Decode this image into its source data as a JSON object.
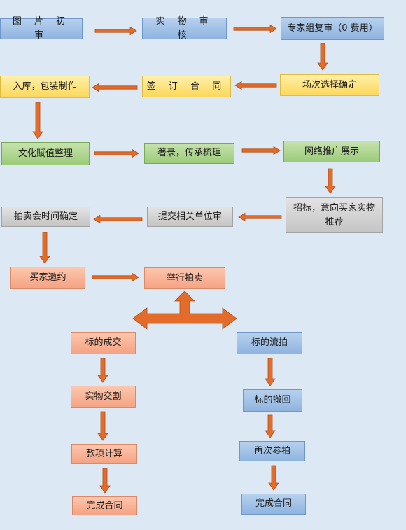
{
  "steps": {
    "s1": "图 片 初 审",
    "s2": "实 物 审 核",
    "s3": "专家组复审（0 费用）",
    "s4": "场次选择确定",
    "s5": "签 订 合 同",
    "s6": "入库，包装制作",
    "s7": "文化赋值整理",
    "s8": "著录，传承梳理",
    "s9": "网络推广展示",
    "s10": "招标，意向买家实物推荐",
    "s11": "提交相关单位审",
    "s12": "拍卖会时间确定",
    "s13": "买家邀约",
    "s14": "举行拍卖"
  },
  "branch_success": [
    "标的成交",
    "实物交割",
    "款项计算",
    "完成合同"
  ],
  "branch_fail": [
    "标的流拍",
    "标的撤回",
    "再次参拍",
    "完成合同"
  ],
  "colors": {
    "arrow_fill": "#e36c2a",
    "arrow_stroke": "#b64d14"
  }
}
